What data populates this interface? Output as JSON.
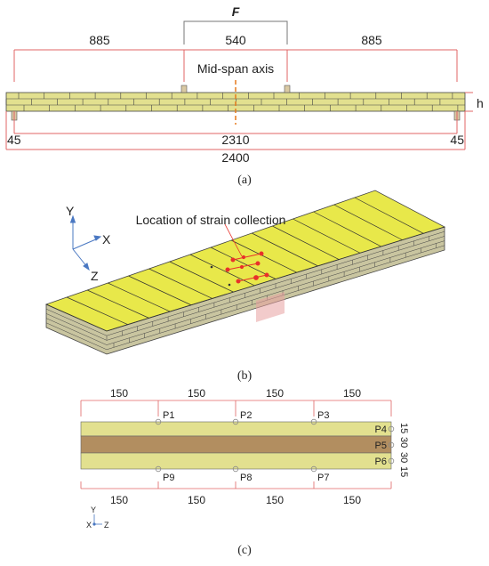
{
  "panel_a": {
    "force_label": "F",
    "dim_left": "885",
    "dim_mid": "540",
    "dim_right": "885",
    "midspan_label": "Mid-span axis",
    "height_label": "h",
    "support_left": "45",
    "support_right": "45",
    "span": "2310",
    "total": "2400",
    "caption": "(a)"
  },
  "panel_b": {
    "axis_y": "Y",
    "axis_x": "X",
    "axis_z": "Z",
    "strain_label": "Location of strain collection",
    "caption": "(b)"
  },
  "panel_c": {
    "top_dims": [
      "150",
      "150",
      "150",
      "150"
    ],
    "bottom_dims": [
      "150",
      "150",
      "150",
      "150"
    ],
    "points_top": [
      "P1",
      "P2",
      "P3"
    ],
    "points_bottom": [
      "P9",
      "P8",
      "P7"
    ],
    "points_side": [
      "P4",
      "P5",
      "P6"
    ],
    "layer_dims": [
      "15",
      "30",
      "30",
      "15"
    ],
    "axis_y": "Y",
    "axis_x": "X",
    "axis_z": "Z",
    "caption": "(c)"
  },
  "colors": {
    "board": "#e2e08f",
    "board_top": "#e8e84a",
    "core": "#b28e60",
    "dimension": "#e06464",
    "midline": "#e57a1d",
    "strain": "#e8312a"
  }
}
